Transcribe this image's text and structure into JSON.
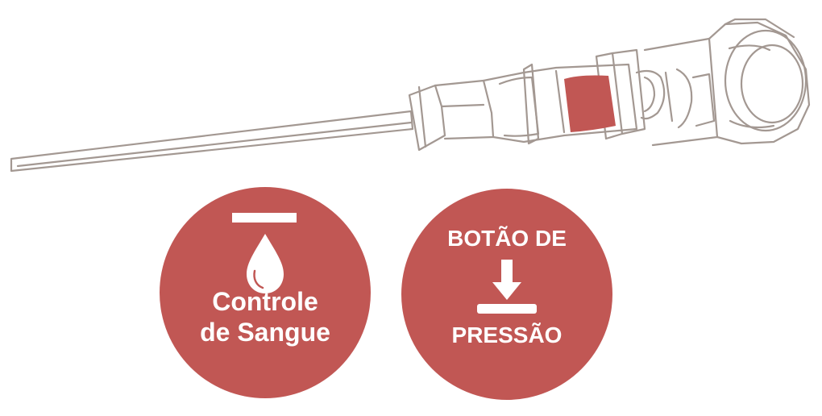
{
  "colors": {
    "accent": "#c15754",
    "outline": "#a39892",
    "text_on_accent": "#ffffff"
  },
  "illustration": {
    "icon": "iv-catheter-illustration"
  },
  "badges": {
    "blood_control": {
      "icon": "blood-drop-icon",
      "line1": "Controle",
      "line2": "de Sangue"
    },
    "push_button": {
      "icon": "down-arrow-press-icon",
      "line1": "BOTÃO DE",
      "line2": "PRESSÃO"
    }
  }
}
